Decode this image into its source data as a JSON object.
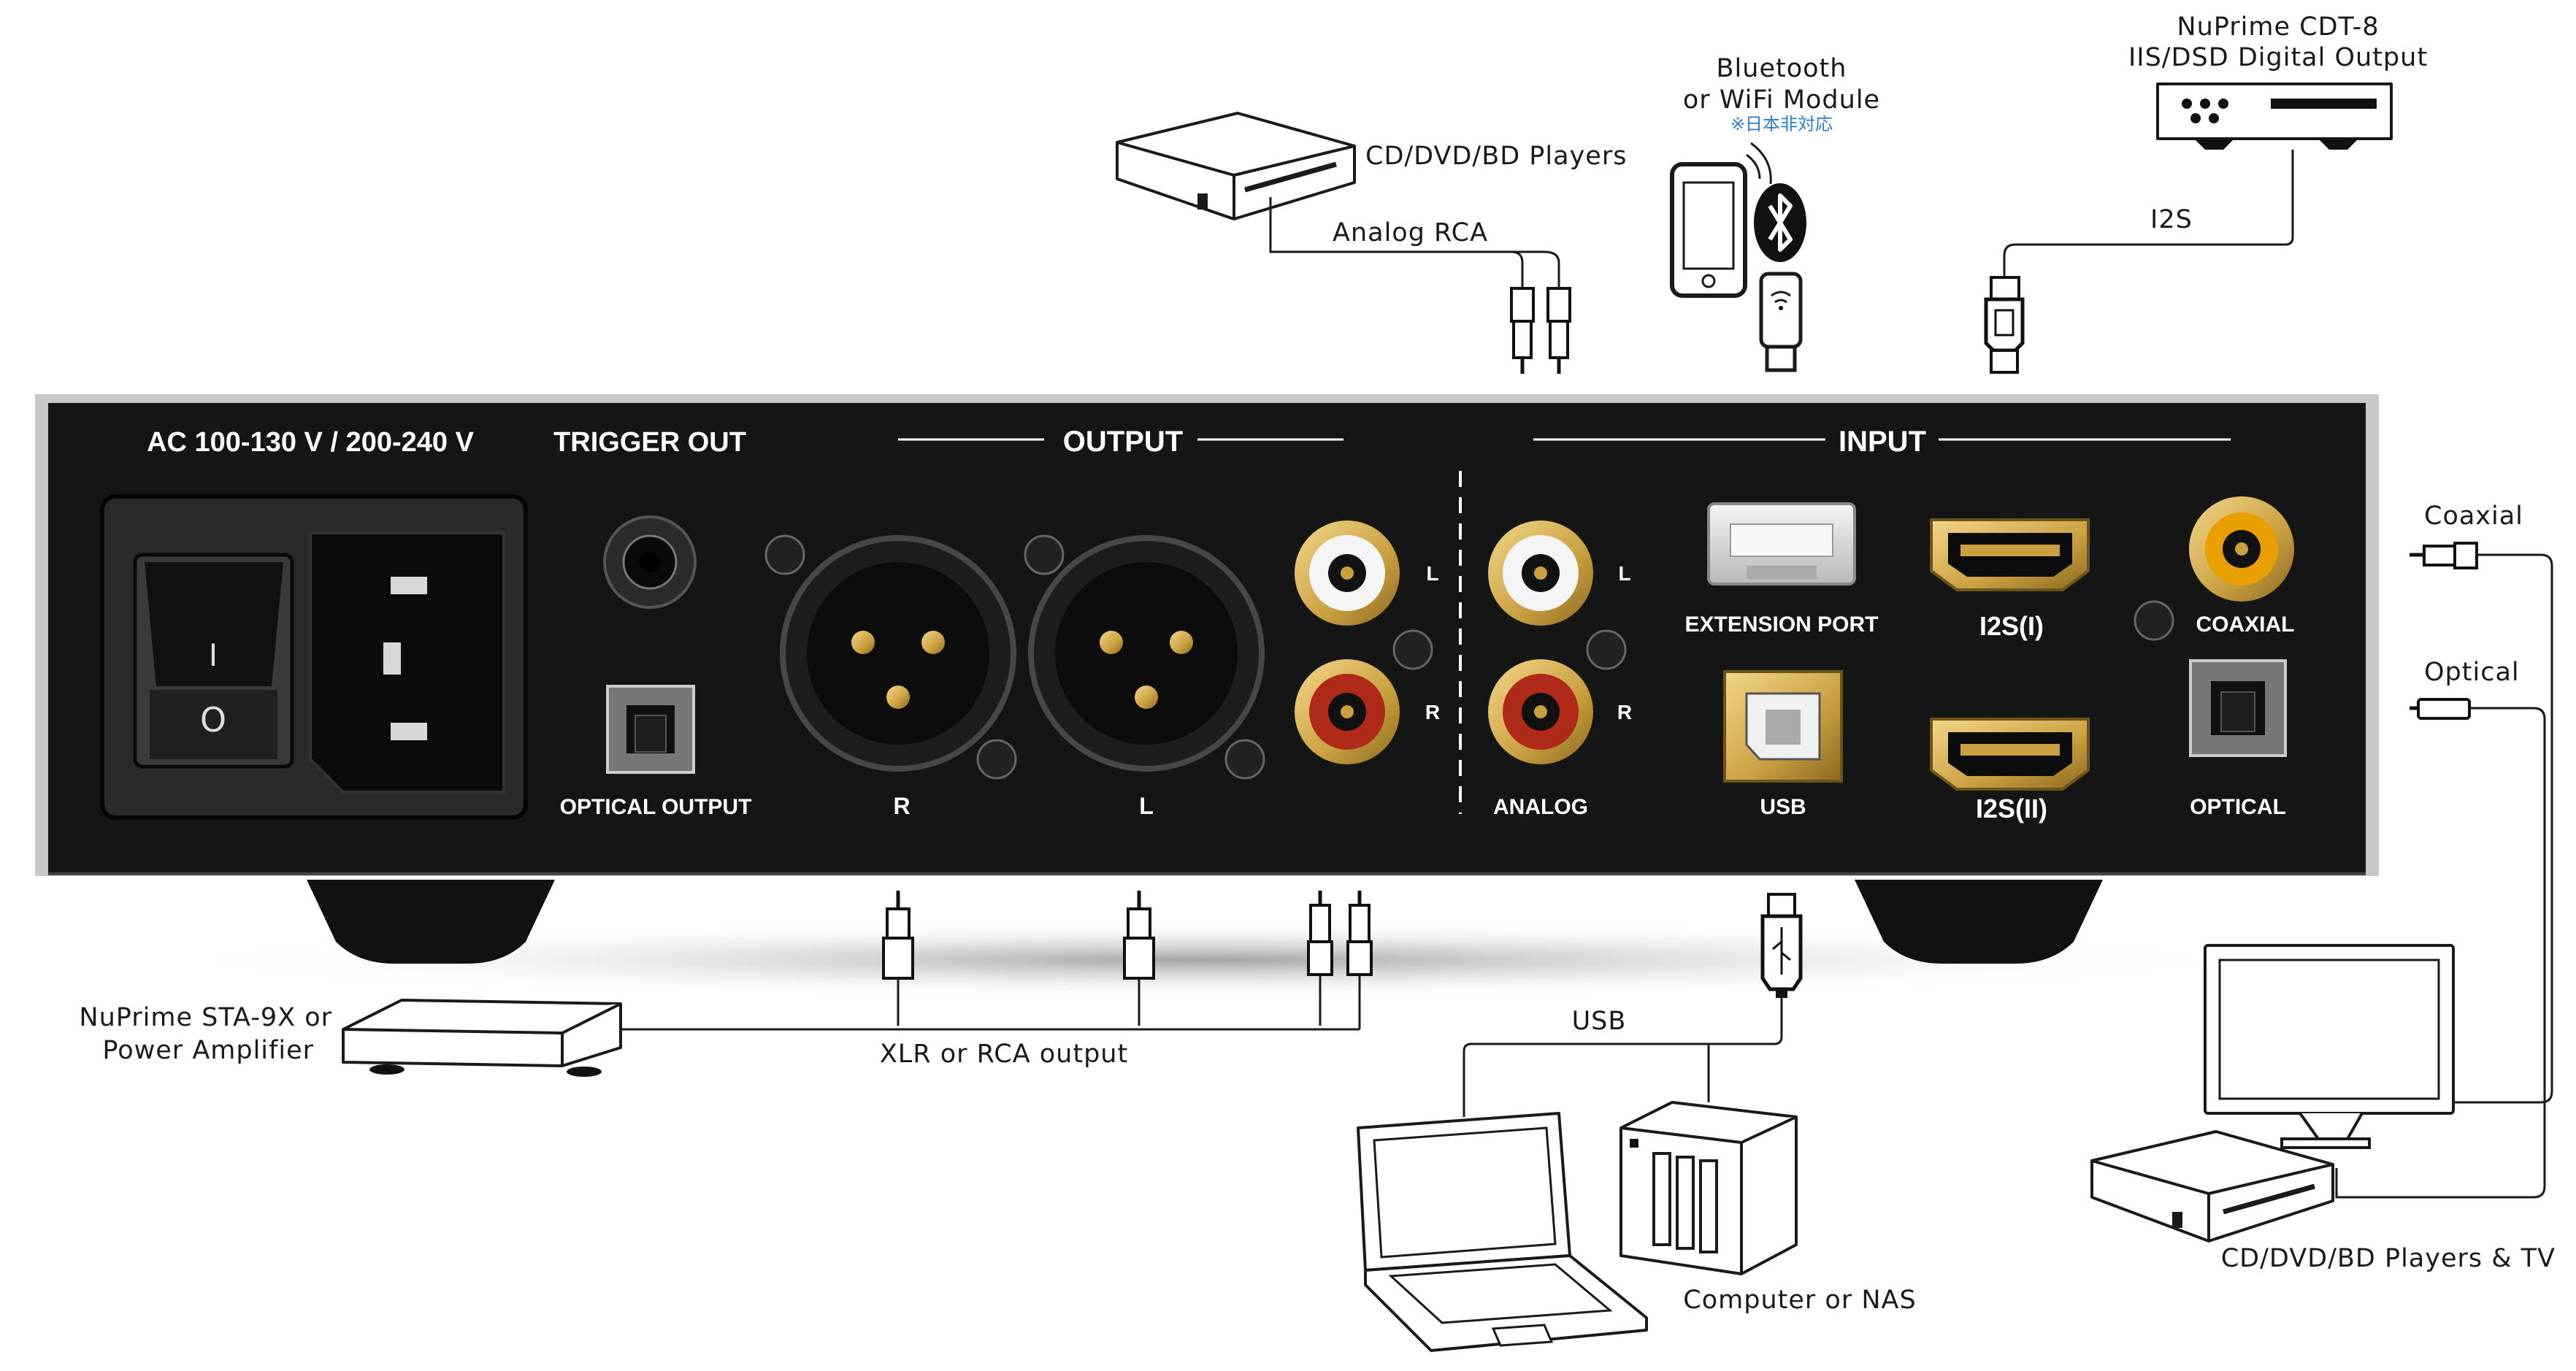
{
  "panel": {
    "ac_label": "AC 100-130 V / 200-240 V",
    "trigger_label": "TRIGGER OUT",
    "output_header": "OUTPUT",
    "input_header": "INPUT",
    "optical_output": "OPTICAL OUTPUT",
    "xlr_r": "R",
    "xlr_l": "L",
    "rca_out_l": "L",
    "rca_out_r": "R",
    "rca_in_l": "L",
    "rca_in_r": "R",
    "analog": "ANALOG",
    "extension_port": "EXTENSION PORT",
    "usb": "USB",
    "i2s_1": "I2S(I)",
    "i2s_2": "I2S(II)",
    "coaxial": "COAXIAL",
    "optical": "OPTICAL",
    "switch_on": "I",
    "switch_off": "O"
  },
  "callouts": {
    "cd_players_top": "CD/DVD/BD Players",
    "analog_rca": "Analog RCA",
    "bt_line1": "Bluetooth",
    "bt_line2": "or WiFi Module",
    "bt_note": "※日本非対応",
    "cdt_line1": "NuPrime CDT-8",
    "cdt_line2": "IIS/DSD Digital Output",
    "i2s_cable": "I2S",
    "coaxial_cable": "Coaxial",
    "optical_cable": "Optical",
    "amp_line1": "NuPrime STA-9X or",
    "amp_line2": "Power Amplifier",
    "xlr_rca_output": "XLR or RCA output",
    "usb_cable": "USB",
    "computer_nas": "Computer or NAS",
    "cd_players_tv": "CD/DVD/BD Players & TV"
  },
  "colors": {
    "chassis": "#151515",
    "panel_text": "#ffffff",
    "gold": "#c9a040",
    "rca_red": "#b02a1a",
    "jp_note": "#2a7fd0"
  }
}
